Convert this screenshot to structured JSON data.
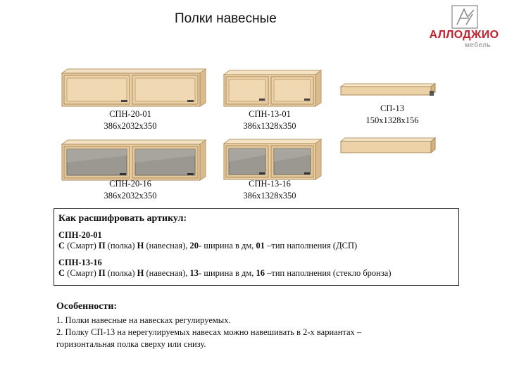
{
  "page": {
    "title": "Полки навесные"
  },
  "logo": {
    "brand": "АЛЛОДЖИО",
    "sub": "мебель",
    "icon": "allodzhio-logo-mark"
  },
  "products": [
    {
      "name": "СПН-20-01",
      "dims": "386х2032х350",
      "kind": "wide-solid"
    },
    {
      "name": "СПН-13-01",
      "dims": "386х1328х350",
      "kind": "narrow-solid"
    },
    {
      "name": "СП-13",
      "dims": "150х1328х156",
      "kind": "shelf"
    },
    {
      "name": "СПН-20-16",
      "dims": "386х2032х350",
      "kind": "wide-glass"
    },
    {
      "name": "СПН-13-16",
      "dims": "386х1328х350",
      "kind": "narrow-glass"
    }
  ],
  "decode": {
    "heading": "Как расшифровать артикул:",
    "examples": [
      {
        "code": "СПН-20-01",
        "letters": [
          "С",
          "П",
          "Н"
        ],
        "p1": " (Смарт) ",
        "p2": " (полка) ",
        "p3": " (навесная), ",
        "width_num": "20",
        "width_text": "- ширина в дм,  ",
        "type_num": "01",
        "type_text": " –тип наполнения (ДСП)"
      },
      {
        "code": "СПН-13-16",
        "letters": [
          "С",
          "П",
          "Н"
        ],
        "p1": " (Смарт) ",
        "p2": " (полка) ",
        "p3": " (навесная), ",
        "width_num": "13",
        "width_text": "- ширина в дм,  ",
        "type_num": "16",
        "type_text": " –тип наполнения (стекло бронза)"
      }
    ]
  },
  "features": {
    "heading": "Особенности:",
    "items": [
      "1. Полки навесные на навесках регулируемых.",
      "2. Полку СП-13  на нерегулируемых навесах можно навешивать в 2-х вариантах –",
      "горизонтальная полка сверху или снизу."
    ]
  },
  "colors": {
    "wood": "#ecd2a6",
    "wood_edge": "#b8996b",
    "glass": "#9a9890",
    "logo_red": "#c0222f"
  }
}
